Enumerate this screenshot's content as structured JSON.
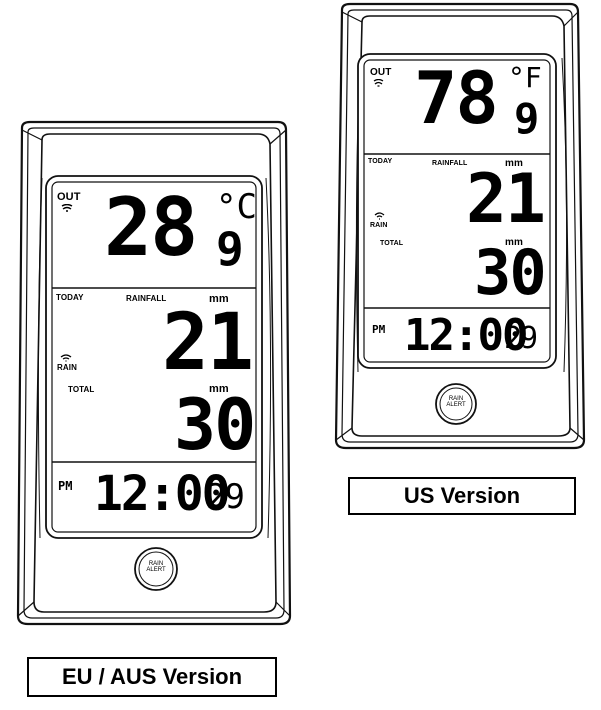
{
  "eu": {
    "out_label": "OUT",
    "temp_main": "28",
    "temp_decimal": "9",
    "temp_unit": "°C",
    "today_label": "TODAY",
    "rainfall_label": "RAINFALL",
    "today_unit": "mm",
    "today_value": "21",
    "rain_label": "RAIN",
    "total_label": "TOTAL",
    "total_unit": "mm",
    "total_value": "30",
    "pm_label": "PM",
    "time": "12:00",
    "seconds": "29",
    "button_line1": "RAIN",
    "button_line2": "ALERT",
    "caption": "EU / AUS Version"
  },
  "us": {
    "out_label": "OUT",
    "temp_main": "78",
    "temp_decimal": "9",
    "temp_unit": "°F",
    "today_label": "TODAY",
    "rainfall_label": "RAINFALL",
    "today_unit": "mm",
    "today_value": "21",
    "rain_label": "RAIN",
    "total_label": "TOTAL",
    "total_unit": "mm",
    "total_value": "30",
    "pm_label": "PM",
    "time": "12:00",
    "seconds": "29",
    "button_line1": "RAIN",
    "button_line2": "ALERT",
    "caption": "US Version"
  },
  "icons": {
    "signal": "signal-waves-icon",
    "rain": "rain-wifi-icon"
  }
}
